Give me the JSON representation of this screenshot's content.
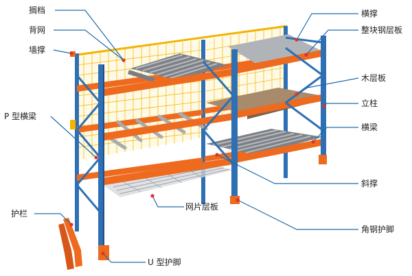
{
  "labels": {
    "top_stopper": "搁档",
    "back_mesh": "背网",
    "wall_brace": "墙撑",
    "p_beam": "P 型横梁",
    "guard_rail": "护栏",
    "u_guard": "U 型护脚",
    "top_tie": "横撑",
    "steel_deck": "整块钢层板",
    "wood_deck": "木层板",
    "upright": "立柱",
    "beam": "横梁",
    "diagonal_brace": "斜撑",
    "mesh_deck": "网片层板",
    "angle_guard": "角钢护脚"
  },
  "colors": {
    "upright": "#2f6fb3",
    "upright_dark": "#1d4e86",
    "beam": "#ee6a1e",
    "beam_dark": "#c24f10",
    "mesh": "#f2b400",
    "callout": "#1e6aa8",
    "dot": "#e0322a",
    "steel": "#9ea3a8",
    "wood": "#a88a6c"
  }
}
